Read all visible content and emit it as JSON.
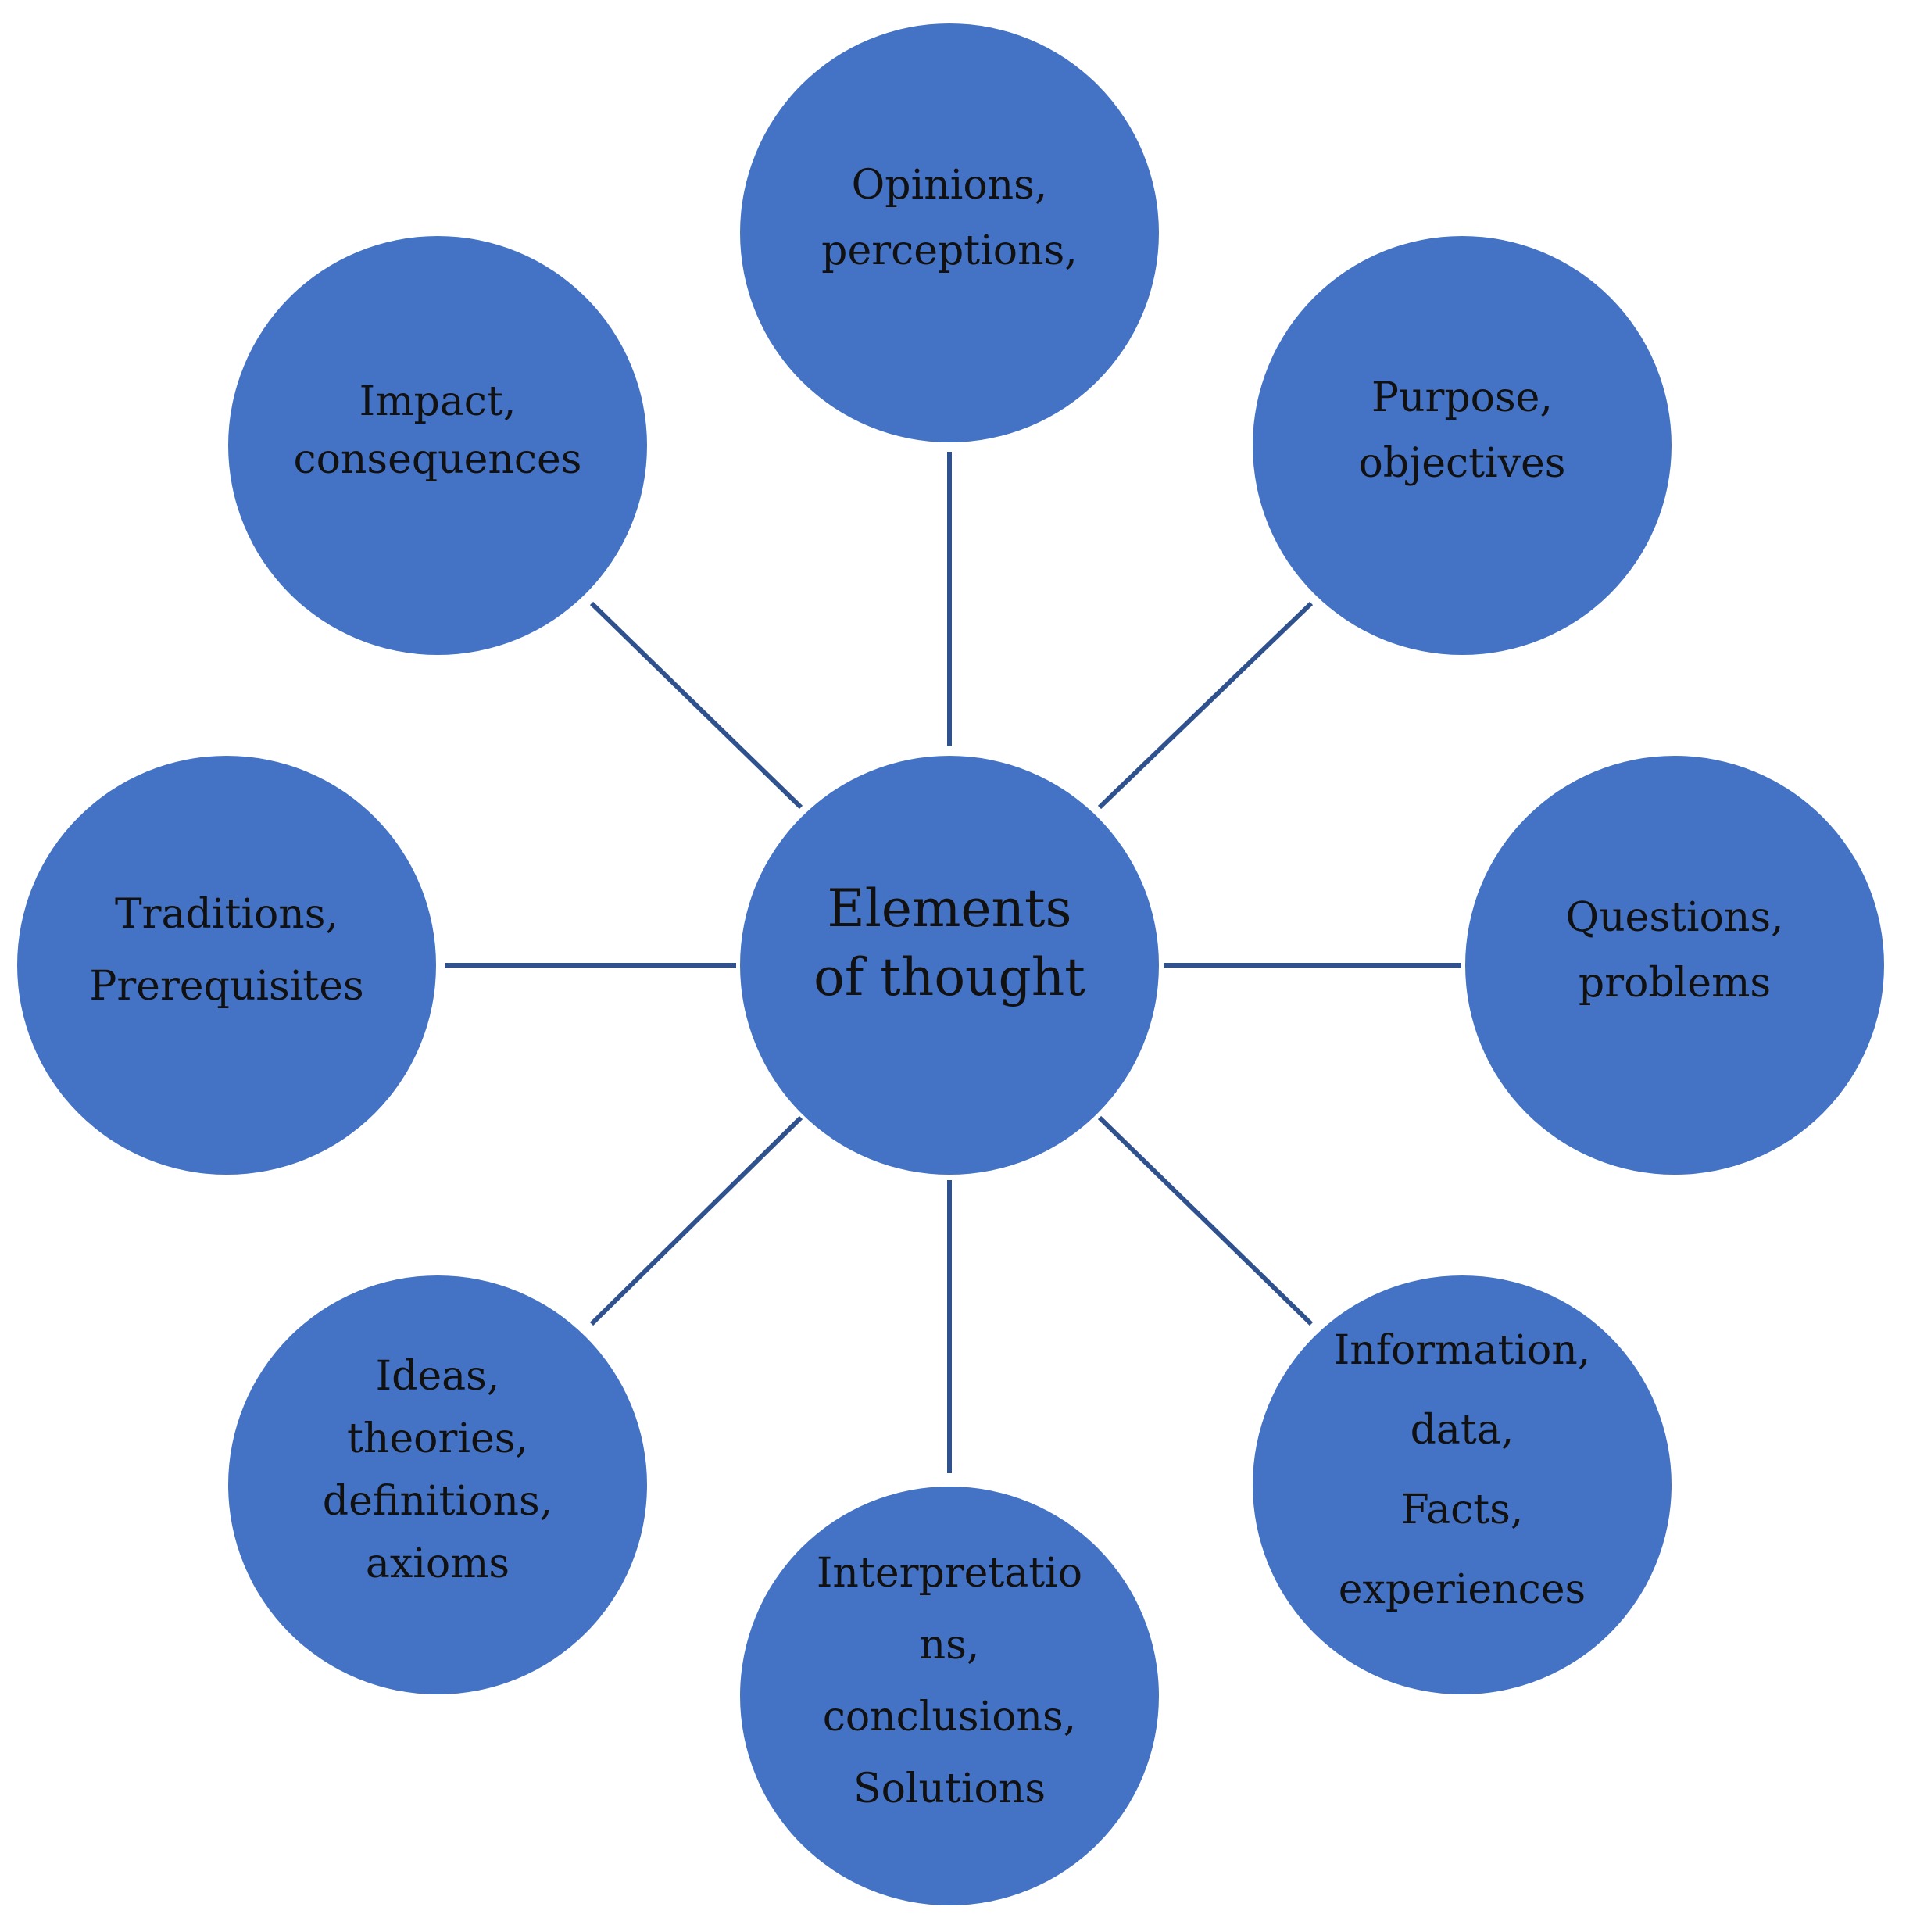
{
  "colors": {
    "node_fill": "#4472C4",
    "connector": "#2F528F",
    "text": "#111111",
    "background": "#FFFFFF"
  },
  "center": {
    "lines": [
      "Elements",
      "of thought"
    ]
  },
  "nodes": [
    {
      "id": "opinions",
      "lines": [
        "Opinions,",
        "perceptions,"
      ]
    },
    {
      "id": "purpose",
      "lines": [
        "Purpose,",
        "objectives"
      ]
    },
    {
      "id": "questions",
      "lines": [
        "Questions,",
        "problems"
      ]
    },
    {
      "id": "information",
      "lines": [
        "Information,",
        "data,",
        "Facts,",
        "experiences"
      ]
    },
    {
      "id": "interpretations",
      "lines": [
        "Interpretatio",
        "ns,",
        "conclusions,",
        "Solutions"
      ]
    },
    {
      "id": "ideas",
      "lines": [
        "Ideas,",
        "theories,",
        "definitions,",
        "axioms"
      ]
    },
    {
      "id": "traditions",
      "lines": [
        "Traditions,",
        "Prerequisites"
      ]
    },
    {
      "id": "impact",
      "lines": [
        "Impact,",
        "consequences"
      ]
    }
  ]
}
